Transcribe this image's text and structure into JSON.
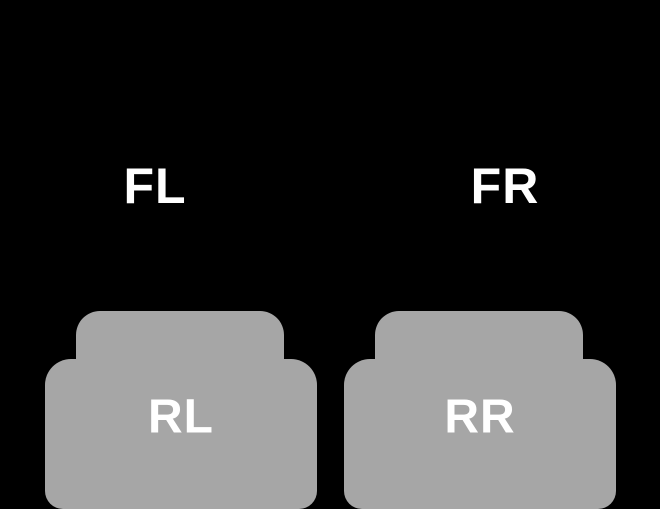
{
  "scene": {
    "description": "Car floor mat set diagram with four position labels",
    "background": "#000000",
    "mat_color": "#a6a6a6",
    "label_color": "#ffffff"
  },
  "labels": {
    "front_left": "FL",
    "front_right": "FR",
    "rear_left": "RL",
    "rear_right": "RR"
  }
}
